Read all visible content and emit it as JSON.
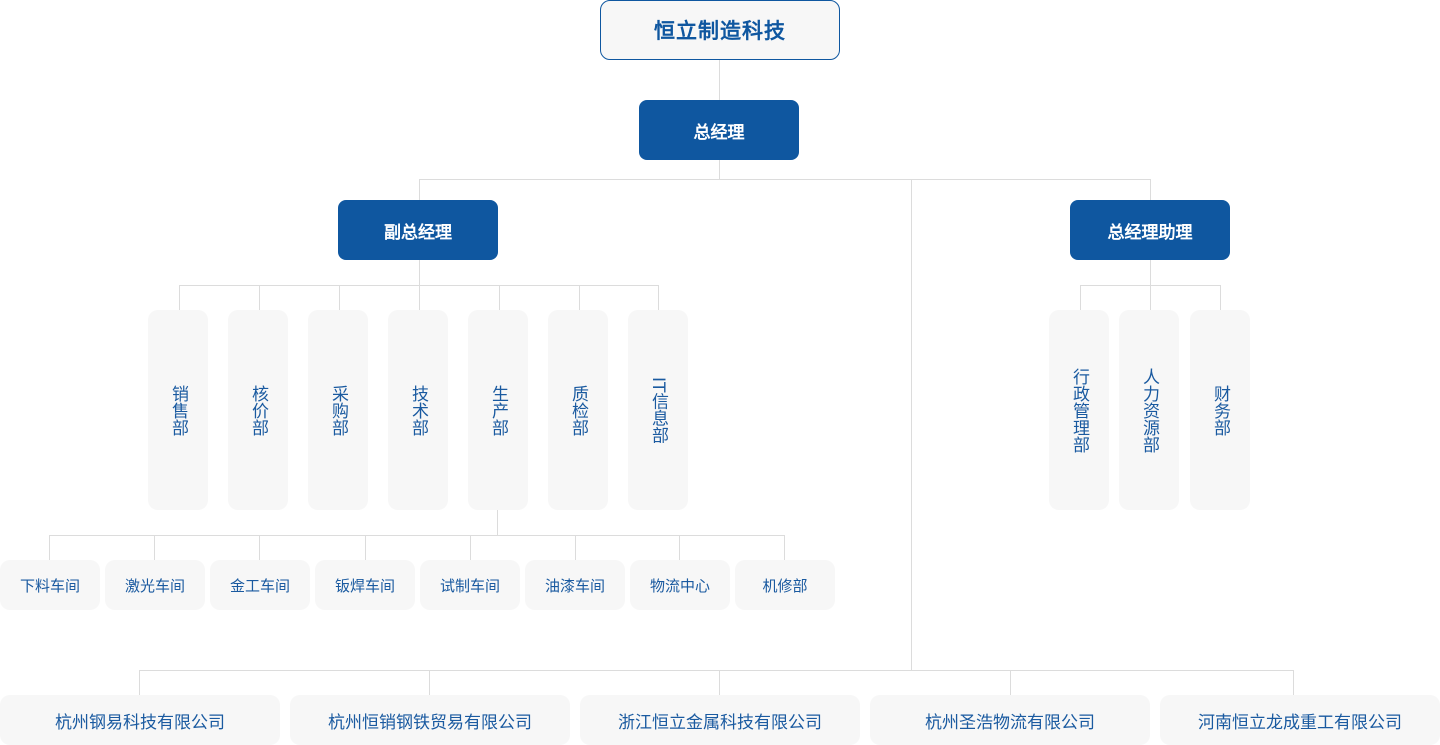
{
  "colors": {
    "primary": "#0f57a0",
    "node_bg": "#f7f7f7",
    "connector": "#dcdcdc",
    "node_text": "#1a5aa0"
  },
  "org": {
    "root": "恒立制造科技",
    "general_manager": "总经理",
    "deputy_general_manager": "副总经理",
    "assistant_general_manager": "总经理助理",
    "deputy_departments": [
      "销售部",
      "核价部",
      "采购部",
      "技术部",
      "生产部",
      "质检部",
      "IT信息部"
    ],
    "assistant_departments": [
      "行政管理部",
      "人力资源部",
      "财务部"
    ],
    "workshops": [
      "下料车间",
      "激光车间",
      "金工车间",
      "钣焊车间",
      "试制车间",
      "油漆车间",
      "物流中心",
      "机修部"
    ],
    "subsidiaries": [
      "杭州钢易科技有限公司",
      "杭州恒销钢铁贸易有限公司",
      "浙江恒立金属科技有限公司",
      "杭州圣浩物流有限公司",
      "河南恒立龙成重工有限公司"
    ]
  }
}
